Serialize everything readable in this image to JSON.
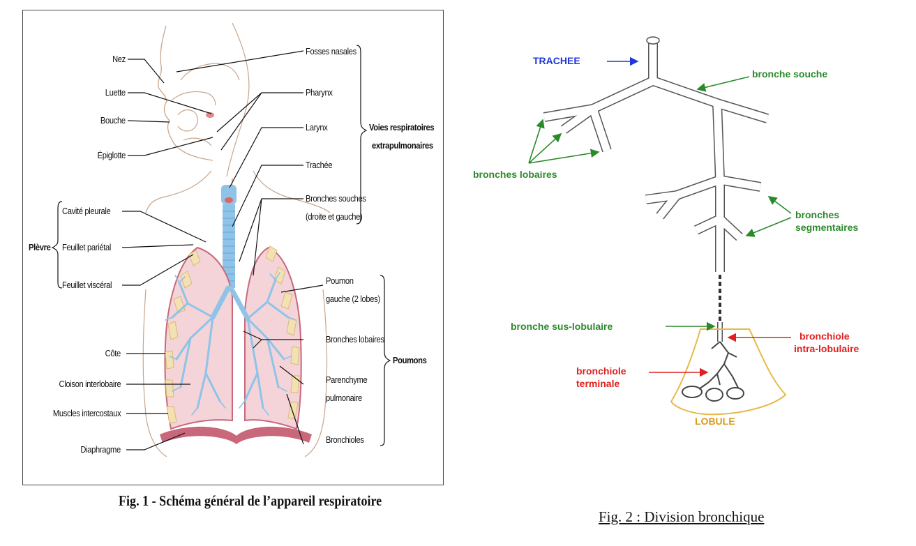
{
  "figure1": {
    "caption": "Fig. 1 - Schéma général de l’appareil respiratoire",
    "left_labels": {
      "nez": "Nez",
      "luette": "Luette",
      "bouche": "Bouche",
      "epiglotte": "Épiglotte",
      "cavite_pleurale": "Cavité pleurale",
      "feuillet_parietal": "Feuillet pariétal",
      "feuillet_visceral": "Feuillet viscéral",
      "plevre": "Plèvre",
      "cote": "Côte",
      "cloison": "Cloison interlobaire",
      "muscles": "Muscles intercostaux",
      "diaphragme": "Diaphragme"
    },
    "right_labels": {
      "fosses": "Fosses nasales",
      "pharynx": "Pharynx",
      "larynx": "Larynx",
      "trachee": "Trachée",
      "bronches_souches_1": "Bronches souches",
      "bronches_souches_2": "(droite et gauche)",
      "voies_1": "Voies respiratoires",
      "voies_2": "extrapulmonaires",
      "poumon_1": "Poumon",
      "poumon_2": "gauche (2 lobes)",
      "bronches_lobaires": "Bronches lobaires",
      "parenchyme_1": "Parenchyme",
      "parenchyme_2": "pulmonaire",
      "bronchioles": "Bronchioles",
      "poumons": "Poumons"
    }
  },
  "figure2": {
    "caption": "Fig. 2 : Division bronchique",
    "labels": {
      "trachee": "TRACHEE",
      "bronche_souche": "bronche souche",
      "bronches_lobaires": "bronches lobaires",
      "bronches_segmentaires_1": "bronches",
      "bronches_segmentaires_2": "segmentaires",
      "bronche_sus_lobulaire": "bronche sus-lobulaire",
      "bronchiole_intra_1": "bronchiole",
      "bronchiole_intra_2": "intra-lobulaire",
      "bronchiole_term_1": "bronchiole",
      "bronchiole_term_2": "terminale",
      "lobule": "LOBULE"
    },
    "colors": {
      "blue": "#1f36d8",
      "green": "#2a8a2a",
      "red": "#e02020",
      "orange": "#d99a1a"
    }
  }
}
